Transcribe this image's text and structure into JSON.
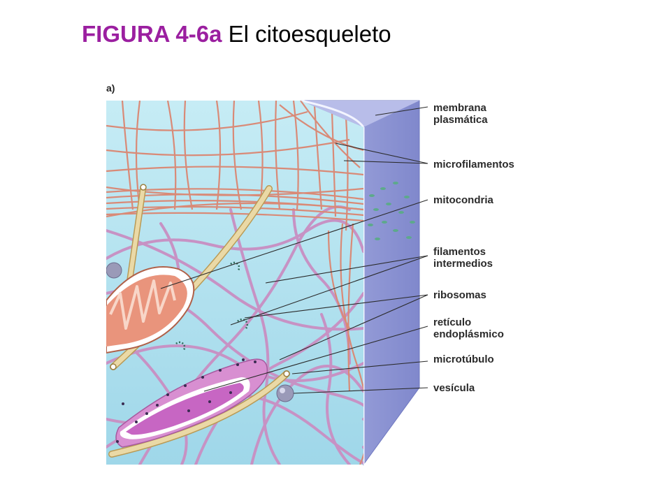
{
  "title": {
    "figure_number": "FIGURA 4-6a",
    "caption": "El citoesqueleto"
  },
  "panel_letter": "a)",
  "labels": [
    {
      "key": "membrana",
      "lines": [
        "membrana",
        "plasmática"
      ]
    },
    {
      "key": "microfilamentos",
      "lines": [
        "microfilamentos"
      ]
    },
    {
      "key": "mitocondria",
      "lines": [
        "mitocondria"
      ]
    },
    {
      "key": "filamentos",
      "lines": [
        "filamentos",
        "intermedios"
      ]
    },
    {
      "key": "ribosomas",
      "lines": [
        "ribosomas"
      ]
    },
    {
      "key": "reticulo",
      "lines": [
        "retículo",
        "endoplásmico"
      ]
    },
    {
      "key": "microtubulo",
      "lines": [
        "microtúbulo"
      ]
    },
    {
      "key": "vesicula",
      "lines": [
        "vesícula"
      ]
    }
  ],
  "colors": {
    "title_accent": "#9b1fa0",
    "cytoplasm": "#aee0ee",
    "membrane_side": "#8f97d6",
    "microfilament": "#d98a77",
    "intermediate_filament": "#c792c4",
    "microtubule": "#ead9a6",
    "mitochondrion": "#e9947c",
    "er": "#d88fd1",
    "vesicle": "#9a9ab8",
    "leader_line": "#2a2a2a"
  }
}
